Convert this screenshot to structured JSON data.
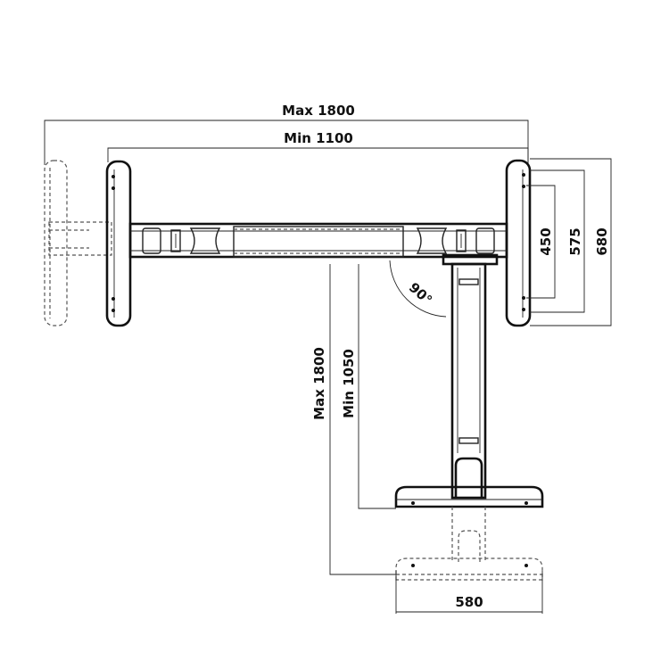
{
  "dimensions": {
    "width_max": "Max 1800",
    "width_min": "Min 1100",
    "depth_max": "Max 1800",
    "depth_min": "Min 1050",
    "foot_length": "580",
    "bracket_inner": "450",
    "bracket_middle": "575",
    "bracket_outer": "680",
    "angle": "90°"
  }
}
